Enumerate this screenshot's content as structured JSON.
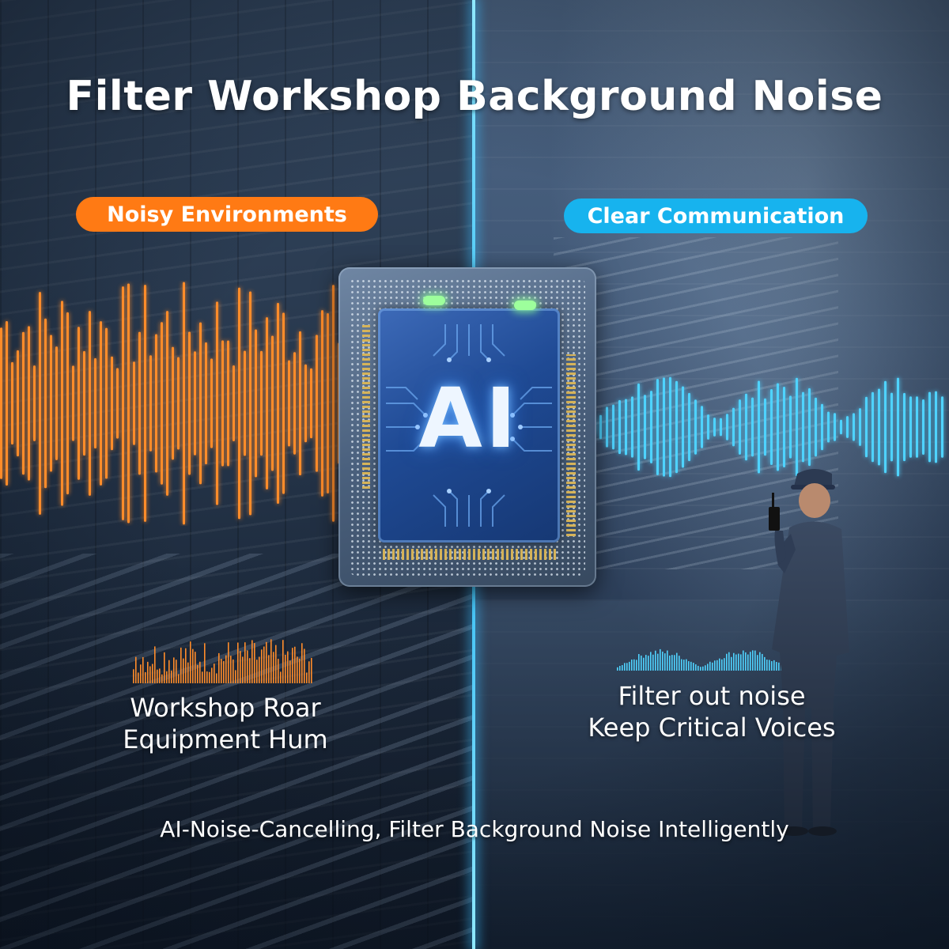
{
  "title": "Filter Workshop Background Noise",
  "left_badge": {
    "label": "Noisy Environments",
    "color": "#ff7a14"
  },
  "right_badge": {
    "label": "Clear Communication",
    "color": "#17b3ee"
  },
  "chip": {
    "label": "AI",
    "icon": "ai-chip-icon"
  },
  "left_caption": {
    "line1": "Workshop Roar",
    "line2": "Equipment Hum"
  },
  "right_caption": {
    "line1": "Filter out noise",
    "line2": "Keep Critical Voices"
  },
  "footer": "AI-Noise-Cancelling, Filter Background Noise Intelligently",
  "colors": {
    "noise_wave": "#ff8c2a",
    "clear_wave": "#4fd3ff",
    "divider": "#2ab6f2"
  }
}
